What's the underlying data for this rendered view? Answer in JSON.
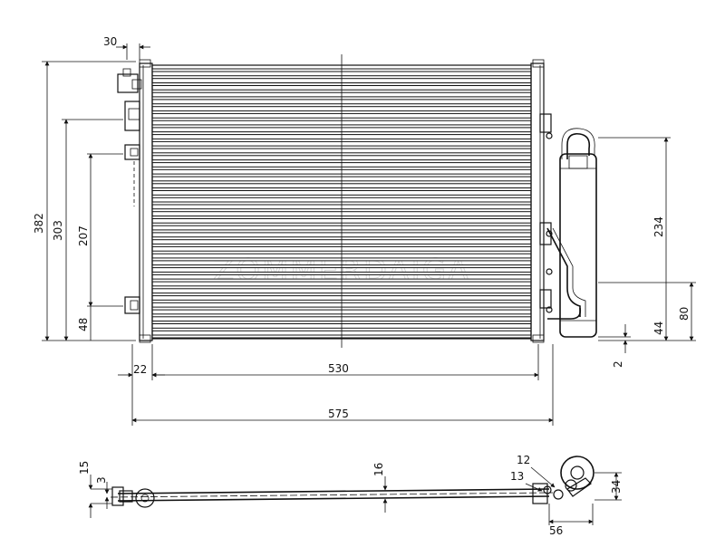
{
  "dimensions": {
    "top_offset": "30",
    "height_overall": "382",
    "height_mount_upper": "303",
    "height_mount_mid": "207",
    "height_mount_low": "48",
    "height_drier": "234",
    "height_drier_bottom": "80",
    "height_outlet": "44",
    "offset_small": "2",
    "core_edge": "22",
    "core_width": "530",
    "overall_width": "575",
    "side_thickness": "15",
    "side_offset": "3",
    "core_depth": "16",
    "fitting_a": "12",
    "fitting_b": "13",
    "drier_depth": "34",
    "drier_width": "56"
  },
  "fin_count": 38,
  "watermark": "ZOMMERDAIGA"
}
